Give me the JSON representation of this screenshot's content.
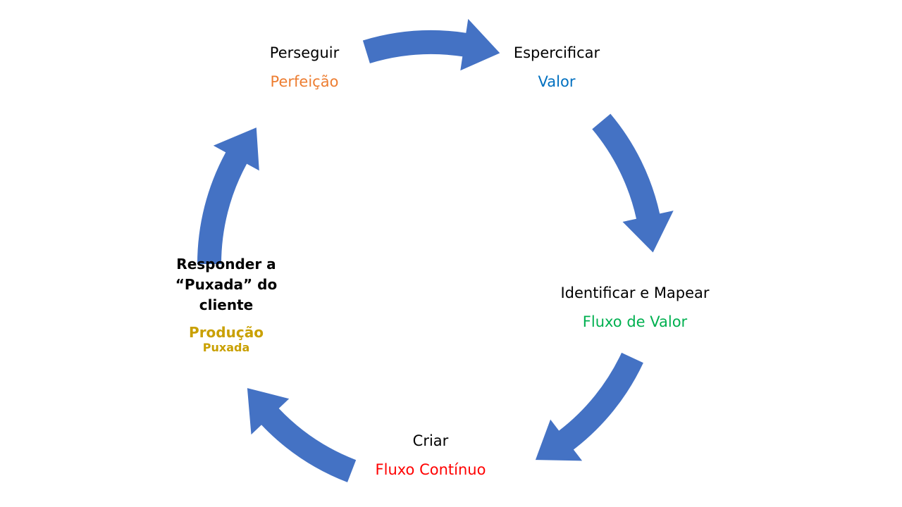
{
  "arrow_color": "#4472C4",
  "steps": [
    {
      "title": "Esperc­ificar",
      "title_text": "Espercificar",
      "subtitle": "Valor",
      "color": "#0070C0"
    },
    {
      "title_text": "Identificar e Mapear",
      "subtitle": "Fluxo de Valor",
      "color": "#00B050"
    },
    {
      "title_text": "Criar",
      "subtitle": "Fluxo Contínuo",
      "color": "#FF0000"
    },
    {
      "title_lines": [
        "Responder a",
        "“Puxada” do",
        "cliente"
      ],
      "subtitle": "Produção",
      "subtitle2": "Puxada",
      "color": "#C9A000"
    },
    {
      "title_text": "Perseguir",
      "subtitle": "Perfeição",
      "color": "#ED7D31"
    }
  ]
}
